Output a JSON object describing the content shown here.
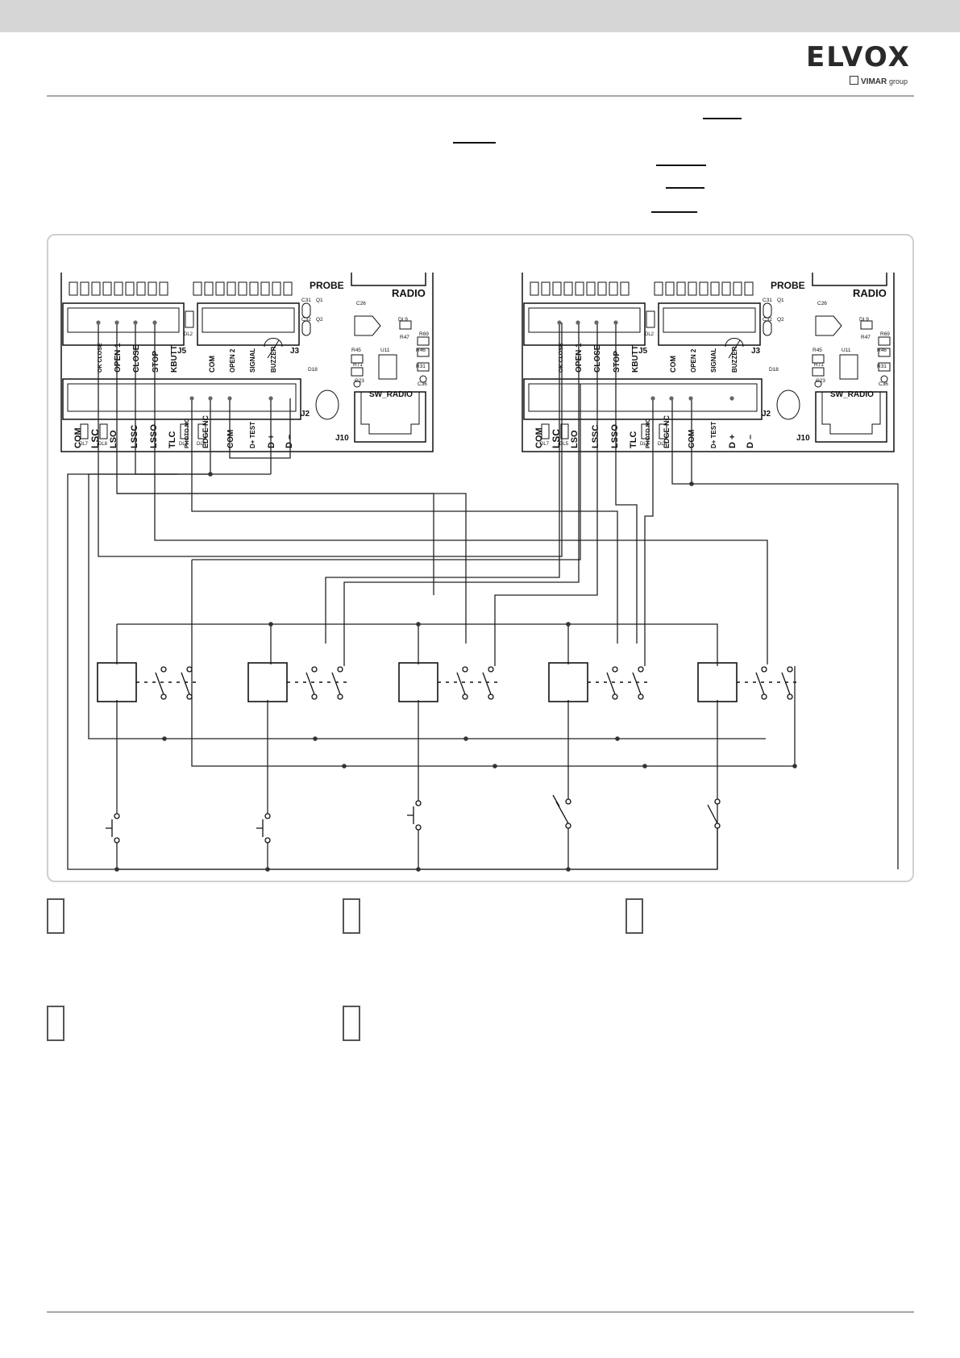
{
  "logo": {
    "brand": "ELVOX",
    "group_brand": "VIMAR",
    "group_suffix": "group"
  },
  "boards": [
    {
      "probe": "PROBE",
      "radio": "RADIO",
      "sw_radio": "SW_RADIO",
      "connectors": [
        "J5",
        "J3",
        "J2",
        "J10"
      ],
      "top_terminals": [
        "OK CLOSE",
        "OPEN 1",
        "CLOSE",
        "STOP",
        "KBUTT",
        "COM",
        "OPEN 2",
        "SIGNAL",
        "BUZZER"
      ],
      "bottom_terminals": [
        "COM",
        "LSC",
        "LSO",
        "LSSC",
        "LSSO",
        "TLC",
        "PHOTO NC",
        "EDGE NC",
        "COM",
        "D+ TEST",
        "D +",
        "D –"
      ],
      "leds": [
        "DL7",
        "DL8",
        "DL3",
        "DL6",
        "DL2"
      ],
      "components": [
        "C26",
        "C31",
        "C32",
        "Q1",
        "Q2",
        "D18",
        "DL9",
        "R47",
        "R69",
        "R45",
        "R46",
        "R71",
        "R31",
        "C23",
        "C36",
        "U11"
      ]
    },
    {
      "probe": "PROBE",
      "radio": "RADIO",
      "sw_radio": "SW_RADIO",
      "connectors": [
        "J5",
        "J3",
        "J2",
        "J10"
      ],
      "top_terminals": [
        "OK CLOSE",
        "OPEN 1",
        "CLOSE",
        "STOP",
        "KBUTT",
        "COM",
        "OPEN 2",
        "SIGNAL",
        "BUZZER"
      ],
      "bottom_terminals": [
        "COM",
        "LSC",
        "LSO",
        "LSSC",
        "LSSO",
        "TLC",
        "PHOTO NC",
        "EDGE NC",
        "COM",
        "D+ TEST",
        "D +",
        "D –"
      ],
      "leds": [
        "DL7",
        "DL5",
        "DL3",
        "DL6",
        "DL2"
      ],
      "components": [
        "C26",
        "C31",
        "C32",
        "Q1",
        "Q2",
        "D18",
        "DL9",
        "R47",
        "R69",
        "R45",
        "R46",
        "R71",
        "R31",
        "C23",
        "C36",
        "U11"
      ]
    }
  ],
  "relay_count": 5,
  "legend_count": 5
}
